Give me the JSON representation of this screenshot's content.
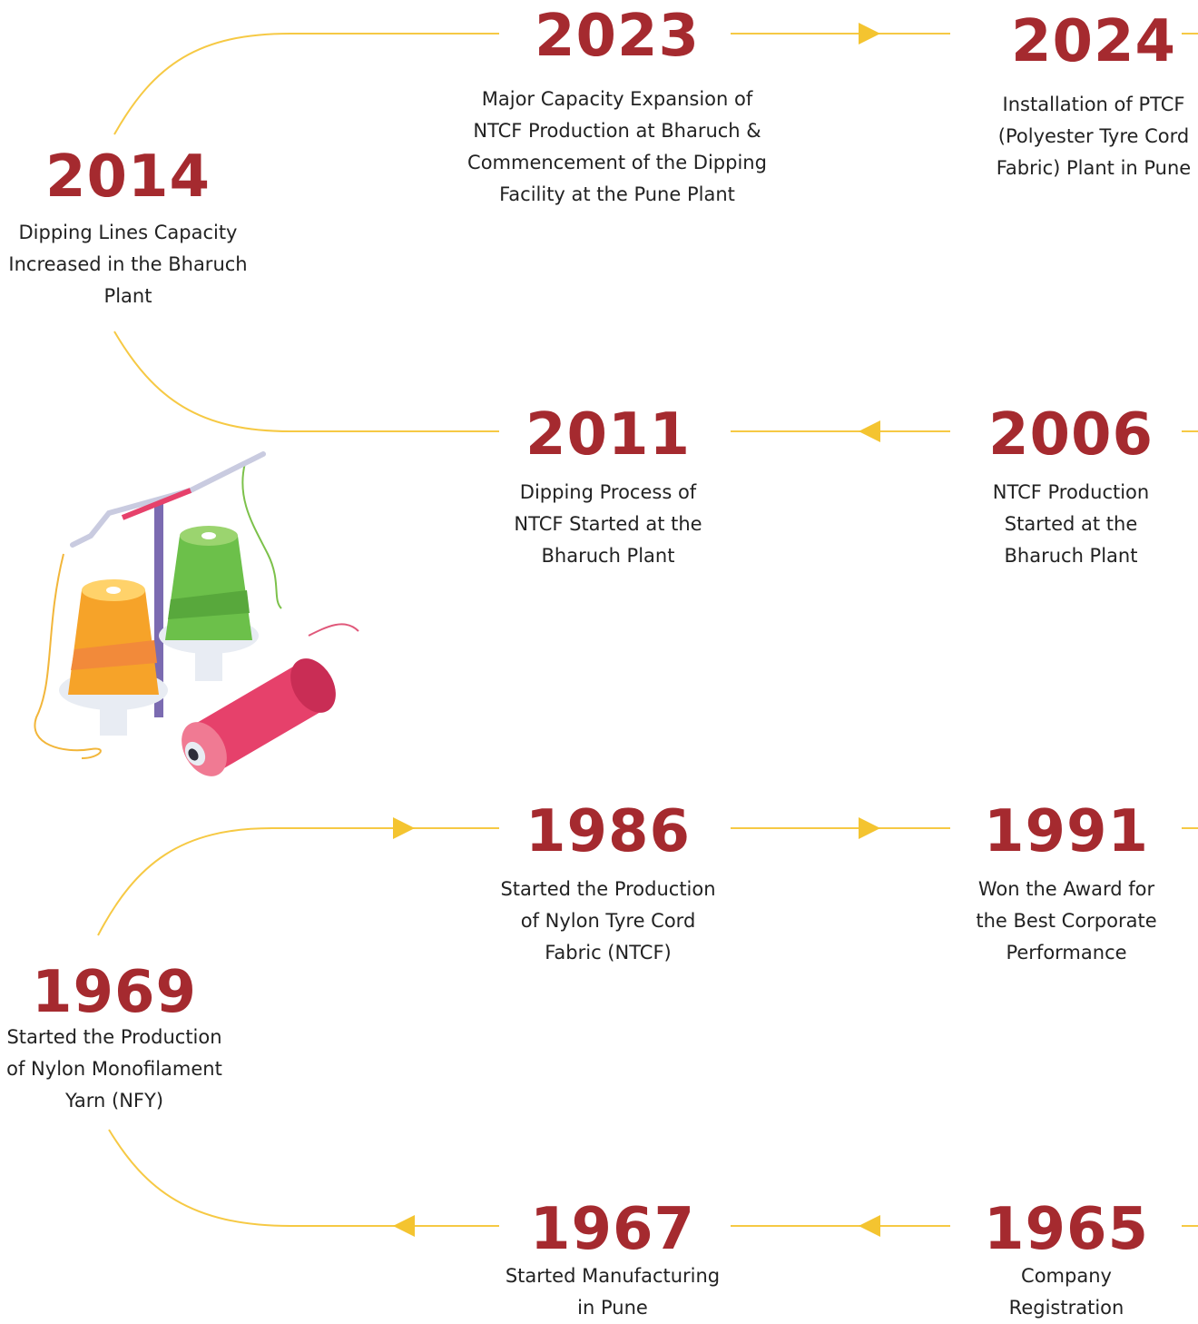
{
  "colors": {
    "year": "#a52a2f",
    "text": "#222222",
    "line": "#f6c944",
    "arrow": "#f4c430"
  },
  "milestones": [
    {
      "year": "2023",
      "description": "Major Capacity Expansion of\nNTCF Production at Bharuch &\nCommencement of the Dipping\nFacility at the Pune Plant"
    },
    {
      "year": "2024",
      "description": "Installation of PTCF\n(Polyester Tyre Cord\nFabric) Plant in Pune"
    },
    {
      "year": "2014",
      "description": "Dipping Lines Capacity\nIncreased in the Bharuch\nPlant"
    },
    {
      "year": "2011",
      "description": "Dipping Process of\nNTCF Started at the\nBharuch Plant"
    },
    {
      "year": "2006",
      "description": "NTCF Production\nStarted at the\nBharuch Plant"
    },
    {
      "year": "1986",
      "description": "Started the Production\nof Nylon Tyre Cord\nFabric (NTCF)"
    },
    {
      "year": "1991",
      "description": "Won the Award for\nthe Best Corporate\nPerformance"
    },
    {
      "year": "1969",
      "description": "Started the Production\nof Nylon Monofilament\nYarn (NFY)"
    },
    {
      "year": "1967",
      "description": "Started Manufacturing\nin Pune"
    },
    {
      "year": "1965",
      "description": "Company\nRegistration"
    }
  ],
  "illustration": {
    "icon": "thread-spools-illustration"
  }
}
